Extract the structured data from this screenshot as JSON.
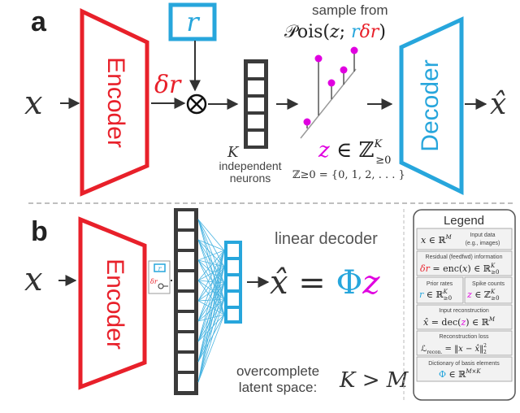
{
  "panel_a": {
    "label": "a",
    "input": "x",
    "encoder": "Encoder",
    "residual": "δr",
    "rate": "r",
    "multiply_symbol": "⊗",
    "sample_from": "sample from",
    "poisson": "𝒫ois(z; rδr)",
    "neuron_count": "K",
    "neurons_caption_1": "independent",
    "neurons_caption_2": "neurons",
    "spikes": "z ∈ ℤ≥0^K",
    "integers": "ℤ≥0 = {0, 1, 2, . . . }",
    "decoder": "Decoder",
    "output": "x̂"
  },
  "panel_b": {
    "label": "b",
    "input": "x",
    "encoder": "Encoder",
    "mini_rate": "r",
    "mini_residual": "δr",
    "linear_decoder": "linear decoder",
    "equation": "x̂ = Φz",
    "overcomplete_1": "overcomplete",
    "overcomplete_2": "latent space:",
    "condition": "K > M"
  },
  "legend": {
    "title": "Legend",
    "input_data_1": "Input data",
    "input_data_2": "(e.g., images)",
    "input_math": "x ∈ ℝ^M",
    "residual_title": "Residual (feedfwd) information",
    "residual_math": "δr = enc(x) ∈ ℝ^K_≥0",
    "prior_title": "Prior rates",
    "prior_math": "r ∈ ℝ^K_≥0",
    "spike_title": "Spike counts",
    "spike_math": "z ∈ ℤ^K_≥0",
    "recon_title": "Input reconstruction",
    "recon_math": "x̂ = dec(z) ∈ ℝ^M",
    "loss_title": "Reconstruction loss",
    "loss_math": "ℒrecon. = ‖x − x̂‖²₂",
    "dict_title": "Dictionary of basis elements",
    "dict_math": "Φ ∈ ℝ^M×K"
  },
  "colors": {
    "encoder": "#e8202a",
    "decoder": "#27a6dc",
    "spike": "#e000e0",
    "dark": "#3b3b3b"
  }
}
